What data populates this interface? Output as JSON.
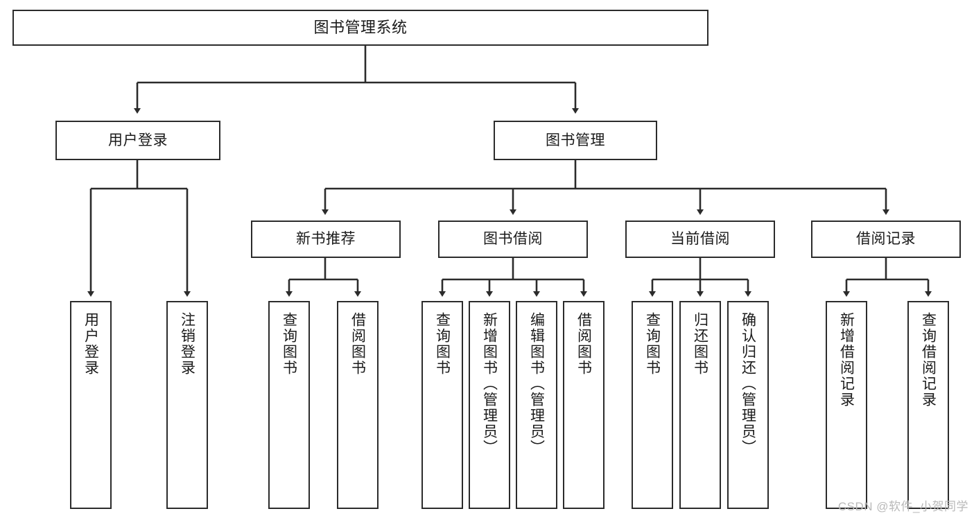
{
  "diagram": {
    "type": "tree",
    "title": "图书管理系统",
    "root": {
      "label": "图书管理系统"
    },
    "level1": [
      {
        "id": "user-login",
        "label": "用户登录"
      },
      {
        "id": "book-management",
        "label": "图书管理"
      }
    ],
    "level2": [
      {
        "id": "new-book-recommend",
        "label": "新书推荐",
        "parent": "book-management"
      },
      {
        "id": "book-borrow",
        "label": "图书借阅",
        "parent": "book-management"
      },
      {
        "id": "current-borrow",
        "label": "当前借阅",
        "parent": "book-management"
      },
      {
        "id": "borrow-record",
        "label": "借阅记录",
        "parent": "book-management"
      }
    ],
    "leaves": {
      "user_login": [
        {
          "id": "leaf-user-login",
          "label": "用户登录"
        },
        {
          "id": "leaf-user-logout",
          "label": "注销登录"
        }
      ],
      "new_book_recommend": [
        {
          "id": "leaf-query-book-1",
          "label": "查询图书"
        },
        {
          "id": "leaf-borrow-book-1",
          "label": "借阅图书"
        }
      ],
      "book_borrow": [
        {
          "id": "leaf-query-book-2",
          "label": "查询图书"
        },
        {
          "id": "leaf-add-book",
          "label": "新增图书（管理员）"
        },
        {
          "id": "leaf-edit-book",
          "label": "编辑图书（管理员）"
        },
        {
          "id": "leaf-borrow-book-2",
          "label": "借阅图书"
        }
      ],
      "current_borrow": [
        {
          "id": "leaf-query-book-3",
          "label": "查询图书"
        },
        {
          "id": "leaf-return-book",
          "label": "归还图书"
        },
        {
          "id": "leaf-confirm-return",
          "label": "确认归还（管理员）"
        }
      ],
      "borrow_record": [
        {
          "id": "leaf-add-record",
          "label": "新增借阅记录"
        },
        {
          "id": "leaf-query-record",
          "label": "查询借阅记录"
        }
      ]
    }
  },
  "watermark": {
    "text": "CSDN @软件_小贺同学"
  },
  "colors": {
    "border": "#2b2b2b",
    "text": "#1a1a1a",
    "background": "#ffffff",
    "watermark": "#b9b9b9"
  }
}
